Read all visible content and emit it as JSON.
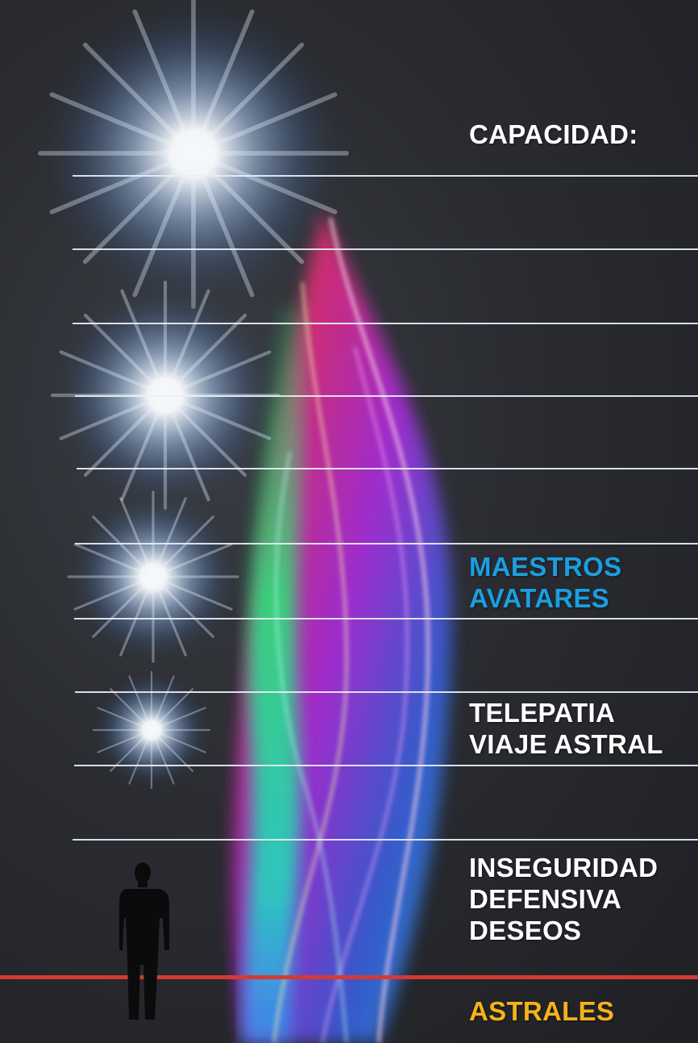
{
  "labels": {
    "capacidad": "CAPACIDAD:",
    "maestros": [
      "MAESTROS",
      "AVATARES"
    ],
    "telepatia": [
      "TELEPATIA",
      "VIAJE ASTRAL"
    ],
    "inseguridad": [
      "INSEGURIDAD",
      "DEFENSIVA",
      "DESEOS"
    ],
    "astrales": "ASTRALES"
  },
  "colors": {
    "background": "#2a2c31",
    "lines": "#e9eef5",
    "red_line": "#d43a34",
    "label_white": "#ffffff",
    "label_blue": "#1a9fe0",
    "label_gold": "#f6b21a"
  },
  "icons": [
    "star-glow-icon",
    "person-silhouette-icon",
    "rainbow-ribbon-graphic"
  ]
}
